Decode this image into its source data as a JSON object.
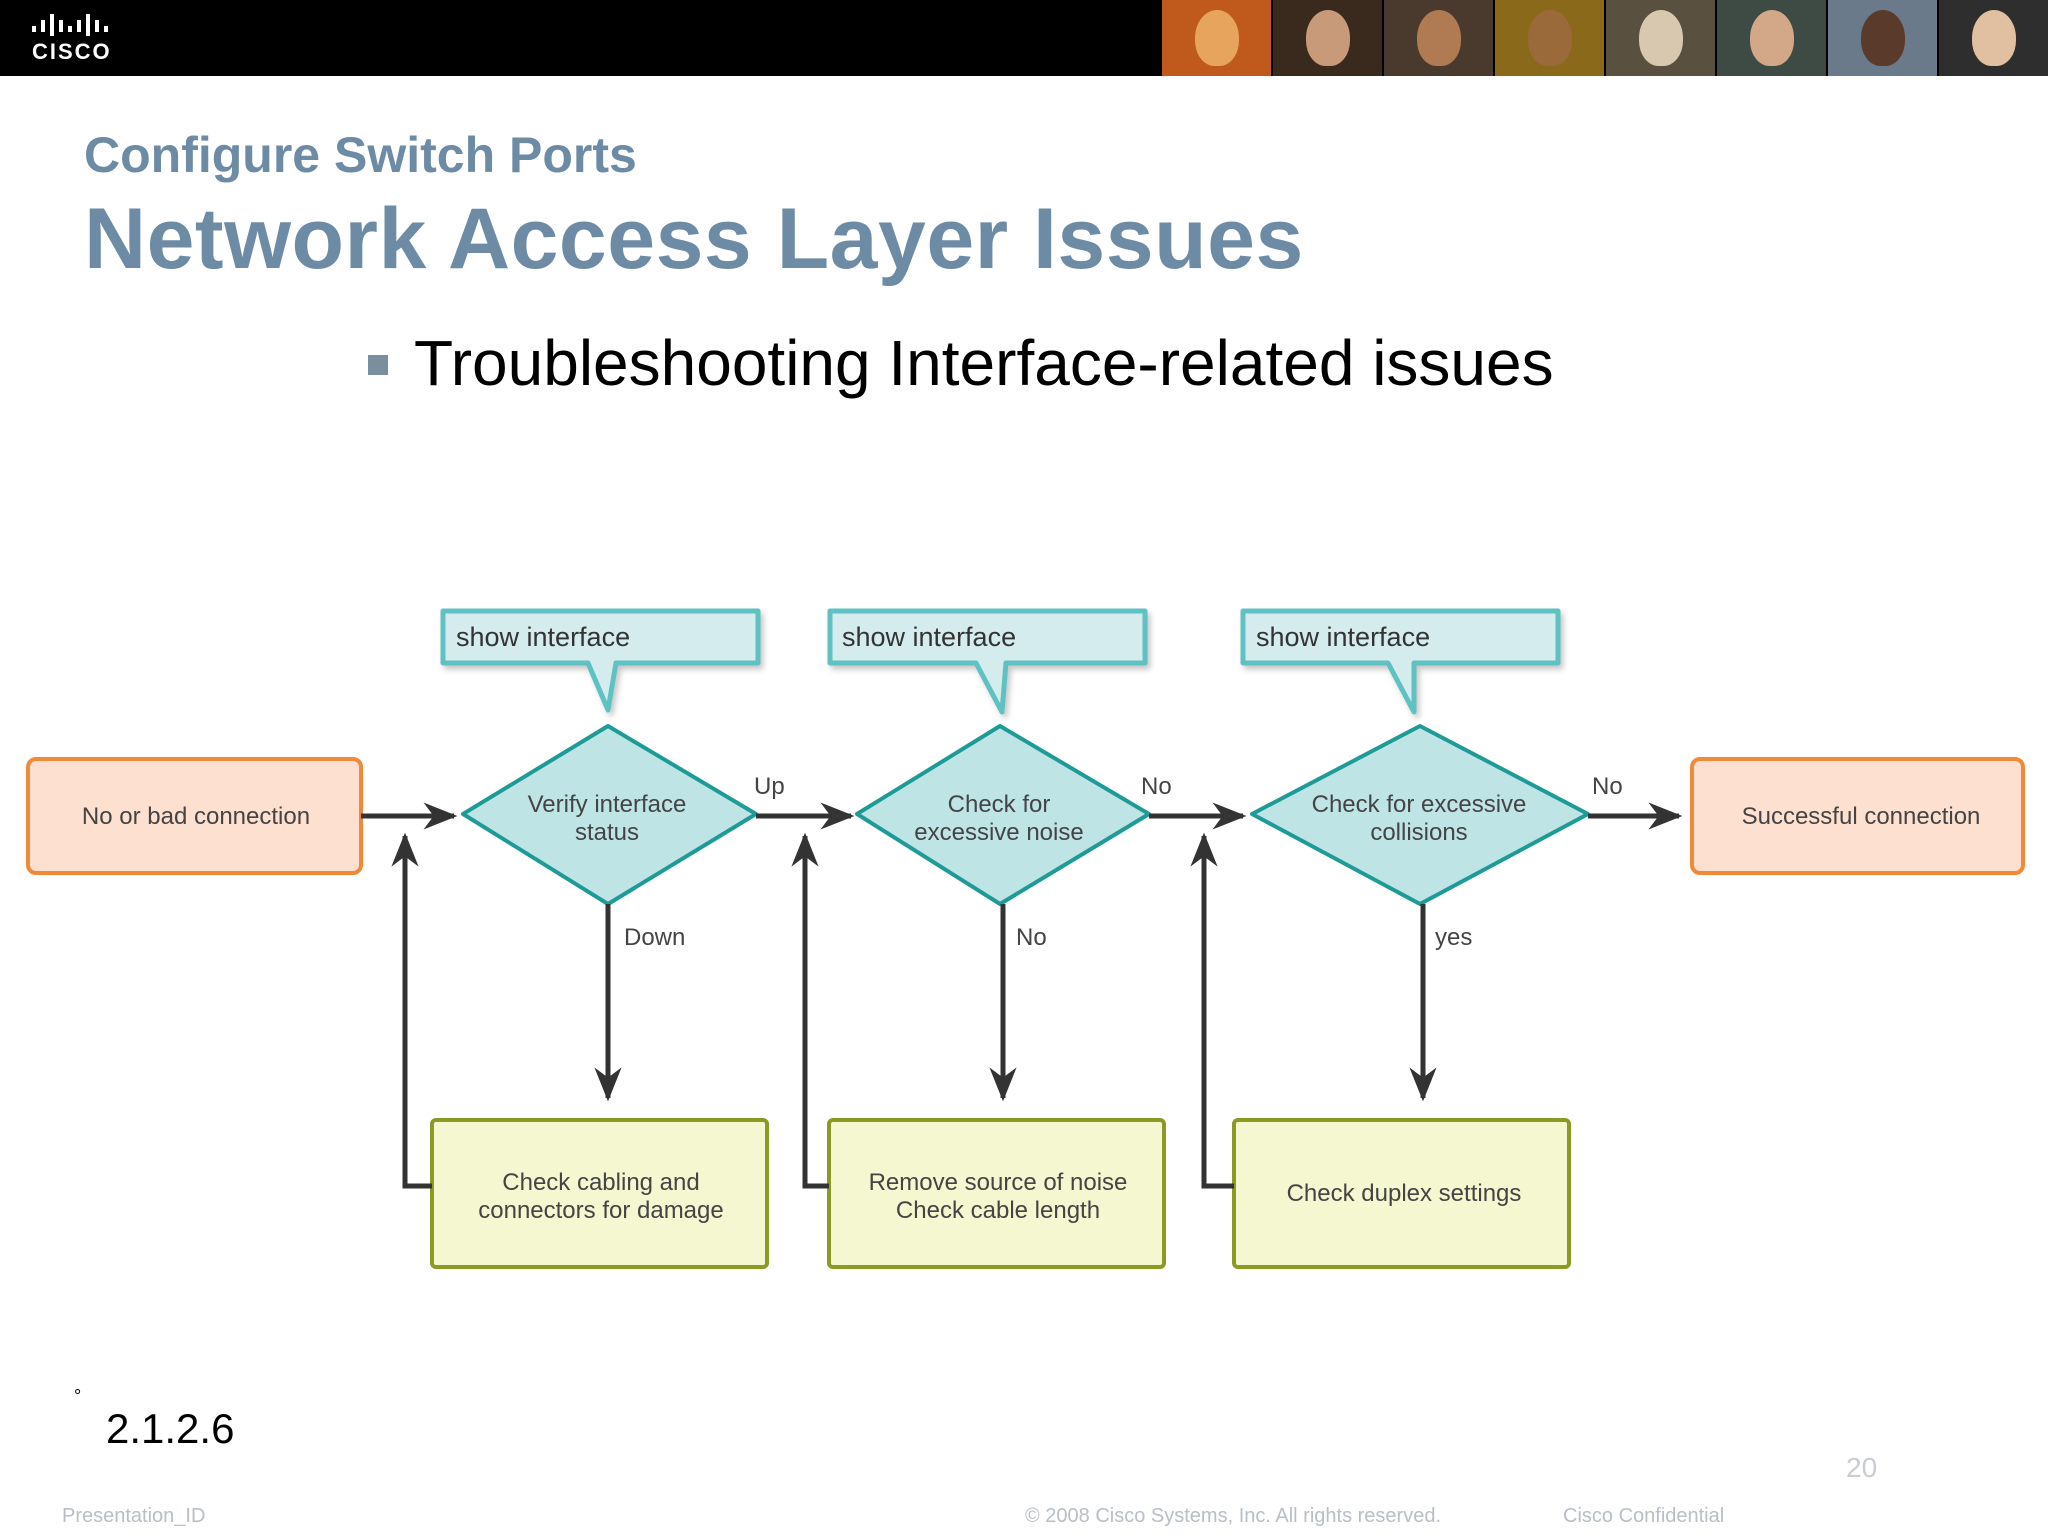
{
  "header": {
    "logo_text": "CISCO",
    "photos": [
      "#c05a1c",
      "#5a3a24",
      "#7a5030",
      "#8a6a1a",
      "#4e4a42",
      "#5a5a52",
      "#3a4a5a",
      "#6e5a44"
    ]
  },
  "slide": {
    "subtitle": "Configure Switch Ports",
    "title": "Network Access Layer Issues",
    "bullet": "Troubleshooting Interface-related issues",
    "small_mark": "°",
    "slide_ref": "2.1.2.6",
    "page_number": "20"
  },
  "diagram": {
    "start_label": "No or bad connection",
    "end_label": "Successful connection",
    "callouts": [
      "show interface",
      "show interface",
      "show interface"
    ],
    "decisions": [
      {
        "line1": "Verify interface",
        "line2": "status",
        "right_label": "Up",
        "down_label": "Down"
      },
      {
        "line1": "Check for",
        "line2": "excessive noise",
        "right_label": "No",
        "down_label": "No"
      },
      {
        "line1": "Check for excessive",
        "line2": "collisions",
        "right_label": "No",
        "down_label": "yes"
      }
    ],
    "actions": [
      {
        "line1": "Check cabling and",
        "line2": "connectors for damage"
      },
      {
        "line1": "Remove source of noise",
        "line2": "Check cable length"
      },
      {
        "line1": "Check duplex settings",
        "line2": ""
      }
    ],
    "colors": {
      "terminal_fill": "#fde0cf",
      "terminal_border": "#f08a38",
      "decision_fill": "#bfe4e6",
      "decision_border": "#1e9b96",
      "callout_fill": "#d4eced",
      "callout_border": "#5ec1c1",
      "action_fill": "#f4f7cf",
      "action_border": "#8a9a22",
      "arrow": "#333333"
    }
  },
  "footer": {
    "left": "Presentation_ID",
    "center": "© 2008 Cisco Systems, Inc. All rights reserved.",
    "right": "Cisco Confidential"
  }
}
